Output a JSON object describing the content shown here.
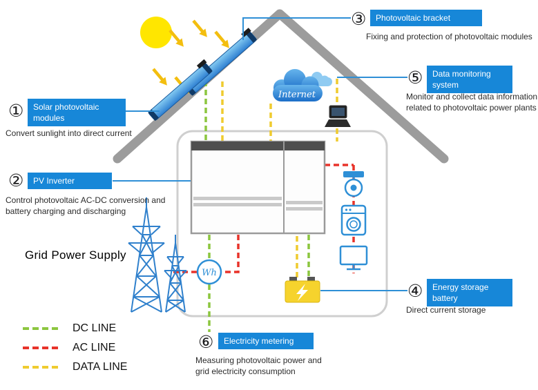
{
  "labels": [
    {
      "num": "①",
      "title": "Solar photovoltaic modules",
      "desc": "Convert sunlight into direct current"
    },
    {
      "num": "②",
      "title": "PV Inverter",
      "desc": "Control photovoltaic AC-DC conversion and battery charging and discharging"
    },
    {
      "num": "③",
      "title": "Photovoltaic bracket",
      "desc": "Fixing and protection of photovoltaic modules"
    },
    {
      "num": "④",
      "title": "Energy storage battery",
      "desc": "Direct current storage"
    },
    {
      "num": "⑤",
      "title": "Data monitoring system",
      "desc": "Monitor and collect data information related to photovoltaic power plants"
    },
    {
      "num": "⑥",
      "title": "Electricity metering",
      "desc": "Measuring photovoltaic power and grid electricity consumption"
    }
  ],
  "legend": [
    {
      "label": "DC LINE",
      "color": "#8CC63F"
    },
    {
      "label": "AC LINE",
      "color": "#E8332A"
    },
    {
      "label": "DATA LINE",
      "color": "#EFCB2F"
    }
  ],
  "grid_power_label": "Grid Power Supply",
  "internet_label": "Internet",
  "meter_label": "Wh",
  "colors": {
    "accent_blue": "#1787D8",
    "line_blue": "#2E8FD6",
    "dc_green": "#8CC63F",
    "ac_red": "#E8332A",
    "data_yellow": "#EFCB2F",
    "roof_gray": "#9C9C9C",
    "sun_yellow": "#FFE600",
    "battery_yellow": "#F6D32D"
  }
}
